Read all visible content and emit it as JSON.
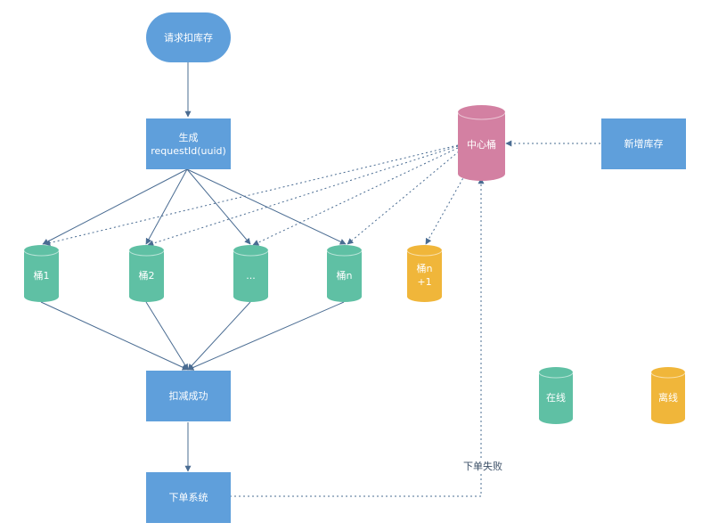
{
  "colors": {
    "process": "#5f9fdb",
    "online": "#5fc0a4",
    "offline": "#f0b63a",
    "center": "#d380a2",
    "line": "#4a6c92"
  },
  "nodes": {
    "request": "请求扣库存",
    "generate": "生成\nrequestId(uuid)",
    "bucket1": "桶1",
    "bucket2": "桶2",
    "bucket_ellipsis": "...",
    "bucket_n": "桶n",
    "bucket_n1": "桶n\n+1",
    "center_bucket": "中心桶",
    "add_stock": "新增库存",
    "deduct_success": "扣减成功",
    "order_system": "下单系统"
  },
  "edge_labels": {
    "order_fail": "下单失败"
  },
  "legend": {
    "online": "在线",
    "offline": "离线"
  }
}
